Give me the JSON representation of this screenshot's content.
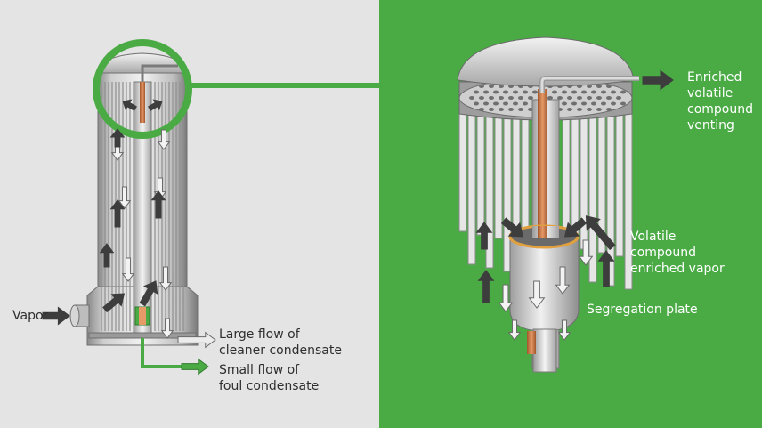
{
  "colors": {
    "left_background": "#e4e4e4",
    "right_background": "#4aab45",
    "highlight_ring": "#4aab45",
    "clean_condensate_arrow": "#ececec",
    "foul_condensate_arrow": "#4aab45",
    "dark_arrow": "#3d3d3d",
    "vent_pipe": "#c8733e"
  },
  "labels": {
    "vapor": "Vapor",
    "large_flow_line1": "Large flow of",
    "large_flow_line2": "cleaner condensate",
    "small_flow_line1": "Small flow of",
    "small_flow_line2": "foul condensate",
    "enriched_line1": "Enriched",
    "enriched_line2": "volatile",
    "enriched_line3": "compound",
    "enriched_line4": "venting",
    "volatile_line1": "Volatile",
    "volatile_line2": "compound",
    "volatile_line3": "enriched vapor",
    "segregation": "Segregation plate"
  }
}
